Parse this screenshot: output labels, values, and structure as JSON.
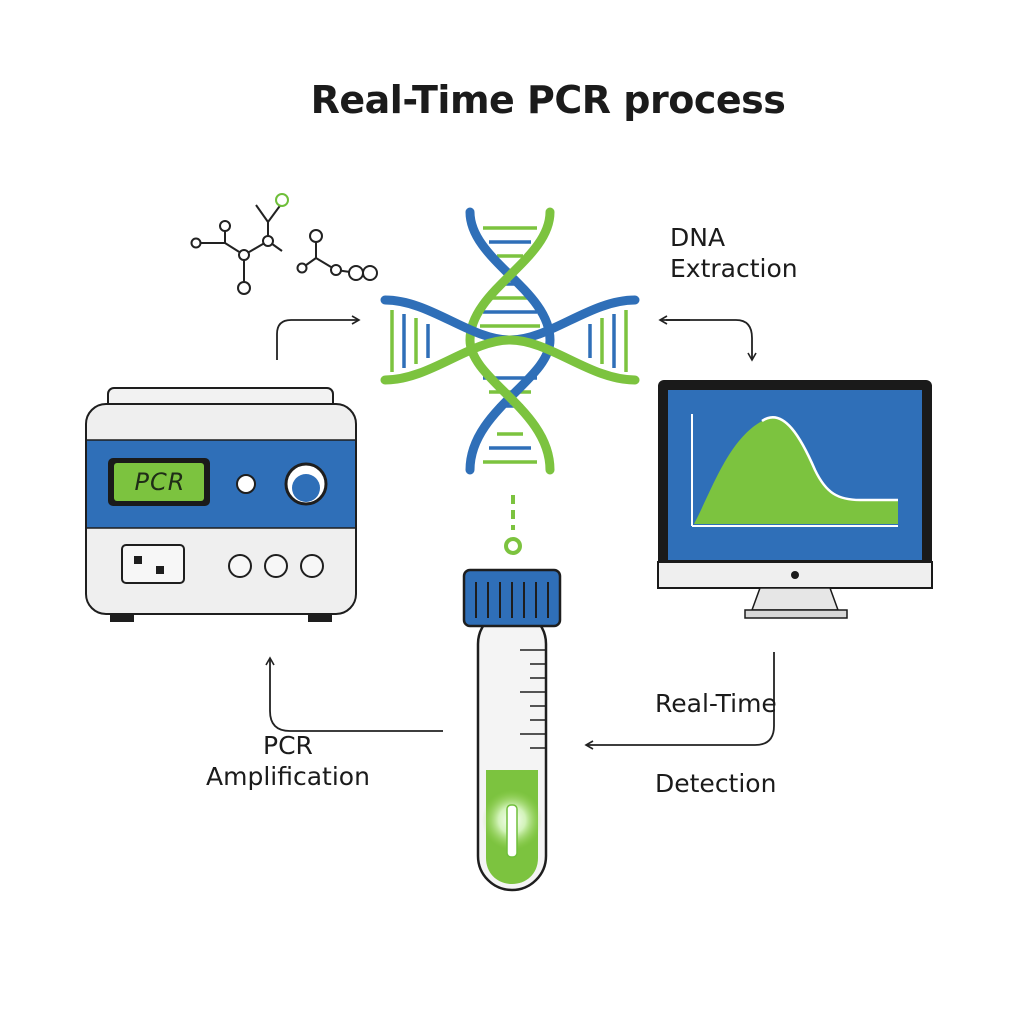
{
  "title": "Real-Time PCR process",
  "labels": {
    "dna_extraction": [
      "DNA",
      "Extraction"
    ],
    "pcr_amplification": [
      "PCR",
      "Amplification"
    ],
    "real_time": "Real-Time",
    "detection": "Detection"
  },
  "pcr_machine": {
    "screen_text": "PCR"
  },
  "colors": {
    "blue": "#2f6fb8",
    "green": "#7cc33f",
    "outline": "#1e1e1e",
    "casing": "#efefef"
  }
}
